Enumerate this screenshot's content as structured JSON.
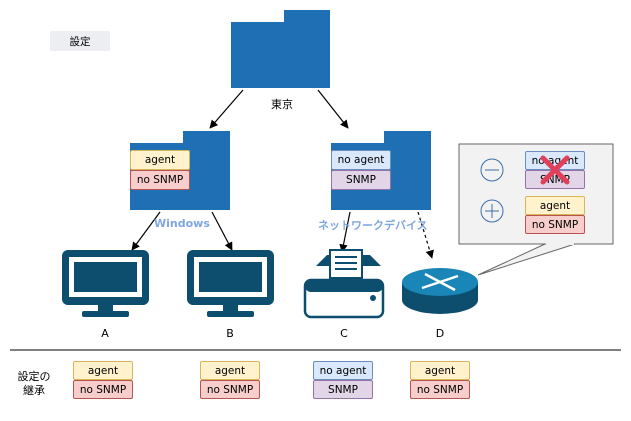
{
  "settings_badge": "設定",
  "root_folder": {
    "label": "東京"
  },
  "groups": [
    {
      "name": "Windows",
      "tags": [
        "agent",
        "no SNMP"
      ]
    },
    {
      "name": "ネットワークデバイス",
      "tags": [
        "no agent",
        "SNMP"
      ]
    }
  ],
  "devices": [
    {
      "label": "A",
      "icon": "monitor-icon"
    },
    {
      "label": "B",
      "icon": "monitor-icon"
    },
    {
      "label": "C",
      "icon": "printer-icon"
    },
    {
      "label": "D",
      "icon": "router-icon"
    }
  ],
  "callout": {
    "removed": {
      "symbol": "−",
      "tags": [
        "no agent",
        "SNMP"
      ]
    },
    "added": {
      "symbol": "+",
      "tags": [
        "agent",
        "no SNMP"
      ]
    }
  },
  "inheritance": {
    "label": "設定の\n継承",
    "per_device": [
      [
        "agent",
        "no SNMP"
      ],
      [
        "agent",
        "no SNMP"
      ],
      [
        "no agent",
        "SNMP"
      ],
      [
        "agent",
        "no SNMP"
      ]
    ]
  },
  "colors": {
    "folder": "#1f6fb5",
    "device": "#0d4d6e",
    "agent_fill": "#fff2cc",
    "no_snmp_fill": "#f8cecc",
    "no_agent_fill": "#dae8fc",
    "snmp_fill": "#e1d5e7",
    "delete_mark": "#e0405a"
  }
}
